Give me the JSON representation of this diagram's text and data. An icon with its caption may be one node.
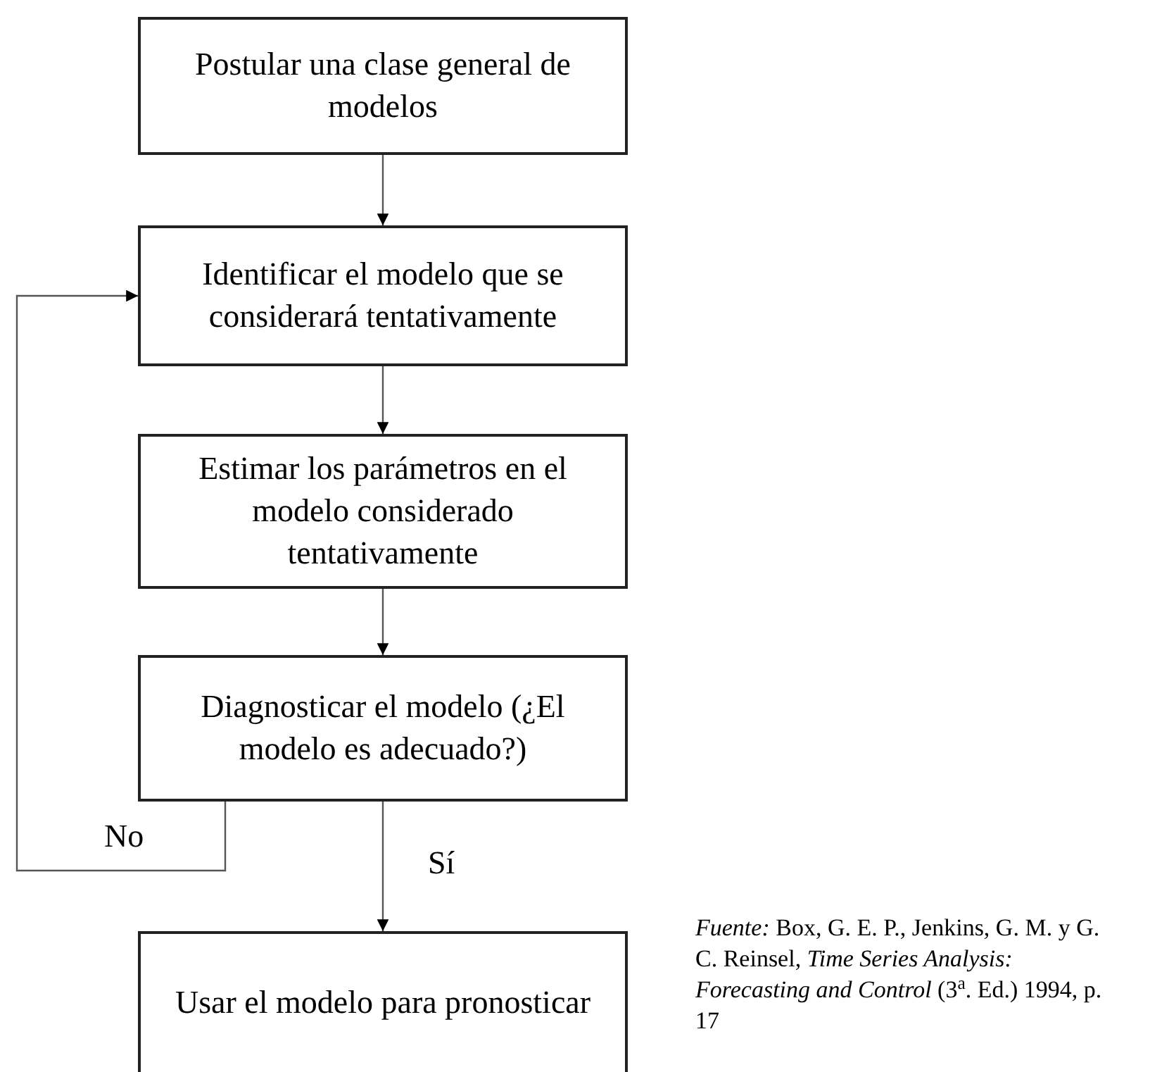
{
  "diagram": {
    "nodes": [
      {
        "text": [
          "Postular una clase general de modelos"
        ]
      },
      {
        "text": [
          "Identificar el modelo que se considerará tentativamente"
        ]
      },
      {
        "text": [
          "Estimar los parámetros en el modelo considerado tentativamente"
        ]
      },
      {
        "text": [
          "Diagnosticar el modelo (¿El modelo es adecuado?)"
        ]
      },
      {
        "text": [
          "Usar el modelo para pronosticar"
        ]
      }
    ],
    "edges": [
      {
        "from": 0,
        "to": 1,
        "arrow": "to"
      },
      {
        "from": 1,
        "to": 2,
        "arrow": "to"
      },
      {
        "from": 2,
        "to": 3,
        "arrow": "to"
      },
      {
        "from": 3,
        "to": 1,
        "arrow": "to",
        "label": "No"
      },
      {
        "from": 3,
        "to": 4,
        "arrow": "to",
        "label": "Sí"
      }
    ],
    "labels": [
      "*Fuente:* Box, G. E. P., Jenkins, G. M. y G. C. Reinsel, *Time Series Analysis: Forecasting and Control* (3$^{a}$. Ed.) 1994, p. 17"
    ]
  }
}
